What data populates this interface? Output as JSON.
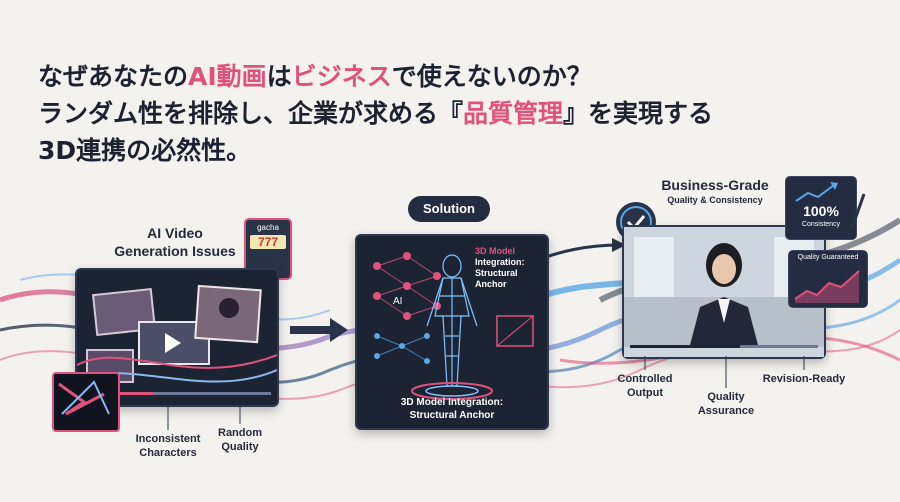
{
  "headline": {
    "line1_a": "なぜあなたの",
    "line1_b": "AI動画",
    "line1_c": "は",
    "line1_d": "ビジネス",
    "line1_e": "で使えないのか？",
    "line2_a": "ランダム性を排除し、企業が求める『",
    "line2_b": "品質管理",
    "line2_c": "』を実現する",
    "line3": "3D連携の必然性。"
  },
  "left": {
    "title_line1": "AI Video",
    "title_line2": "Generation Issues",
    "slot_label": "gacha",
    "slot_numbers": "777",
    "label_inconsistent_1": "Inconsistent",
    "label_inconsistent_2": "Characters",
    "label_random_1": "Random",
    "label_random_2": "Quality"
  },
  "middle": {
    "solution_badge": "Solution",
    "panel_title_1": "3D Model",
    "panel_title_2": "Integration:",
    "panel_title_3": "Structural",
    "panel_title_4": "Anchor",
    "ai_label": "AI",
    "caption_1": "3D Model Integration:",
    "caption_2": "Structural Anchor"
  },
  "right": {
    "title": "Business-Grade",
    "subtitle": "Quality & Consistency",
    "consistency_value": "100%",
    "consistency_label": "Consistency",
    "quality_label": "Quality Guaranteed",
    "label_controlled_1": "Controlled",
    "label_controlled_2": "Output",
    "label_quality_1": "Quality",
    "label_quality_2": "Assurance",
    "label_revision": "Revision-Ready"
  },
  "colors": {
    "pink": "#e0527e",
    "navy": "#1c2434",
    "blue": "#5aa6e6"
  }
}
